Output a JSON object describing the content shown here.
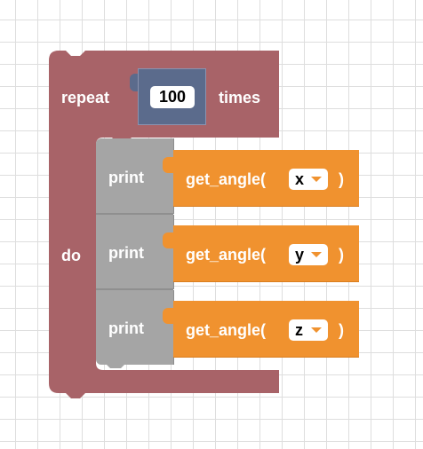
{
  "repeat_block": {
    "keyword": "repeat",
    "count": "100",
    "suffix": "times",
    "do_label": "do",
    "color": "#a86368"
  },
  "number_block_color": "#5b6b8c",
  "print_blocks": [
    {
      "label": "print",
      "call": "get_angle(",
      "axis": "x",
      "close": ")"
    },
    {
      "label": "print",
      "call": "get_angle(",
      "axis": "y",
      "close": ")"
    },
    {
      "label": "print",
      "call": "get_angle(",
      "axis": "z",
      "close": ")"
    }
  ],
  "colors": {
    "print": "#a5a5a5",
    "function": "#f0922f",
    "dropdown_arrow": "#f0922f"
  },
  "icons": {
    "dropdown": "triangle-down-icon"
  }
}
